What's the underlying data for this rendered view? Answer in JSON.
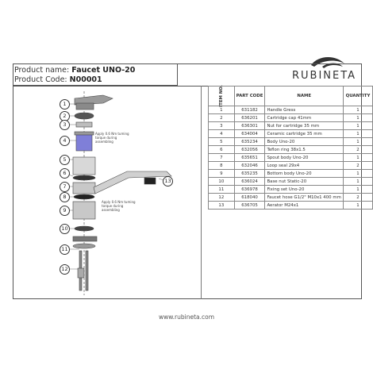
{
  "header": {
    "product_name_label": "Product name:",
    "product_name_value": "Faucet UNO-20",
    "product_code_label": "Product Code:",
    "product_code_value": "N00001"
  },
  "brand": {
    "name": "RUBINETA"
  },
  "callouts": [
    "1",
    "2",
    "3",
    "4",
    "5",
    "6",
    "7",
    "8",
    "9",
    "10",
    "11",
    "12",
    "13"
  ],
  "notes": [
    "Apply 0.6 Nm tuming torque during assembling",
    "Apply 0.6 Nm tuming torque during assembling"
  ],
  "table": {
    "headers": [
      "ITEM NO.",
      "PART CODE",
      "NAME",
      "QUANTITY"
    ],
    "rows": [
      [
        "1",
        "631182",
        "Handle Gress",
        "1"
      ],
      [
        "2",
        "636201",
        "Cartridge cap 41mm",
        "1"
      ],
      [
        "3",
        "636301",
        "Nut for cartridge 35 mm",
        "1"
      ],
      [
        "4",
        "634004",
        "Ceramic cartridge 35 mm",
        "1"
      ],
      [
        "5",
        "635234",
        "Body Uno-20",
        "1"
      ],
      [
        "6",
        "632056",
        "Teflon ring 38x1.5",
        "2"
      ],
      [
        "7",
        "635651",
        "Spout body Uno-20",
        "1"
      ],
      [
        "8",
        "632046",
        "Loop seal 29x4",
        "2"
      ],
      [
        "9",
        "635235",
        "Bottom body Uno-20",
        "1"
      ],
      [
        "10",
        "636024",
        "Base nut Static-20",
        "1"
      ],
      [
        "11",
        "636978",
        "Fixing set Uno-20",
        "1"
      ],
      [
        "12",
        "618040",
        "Faucet hose G1/2\" M10x1 400 mm",
        "2"
      ],
      [
        "13",
        "636705",
        "Aerator M24x1",
        "1"
      ]
    ]
  },
  "footer": {
    "url": "www.rubineta.com"
  }
}
